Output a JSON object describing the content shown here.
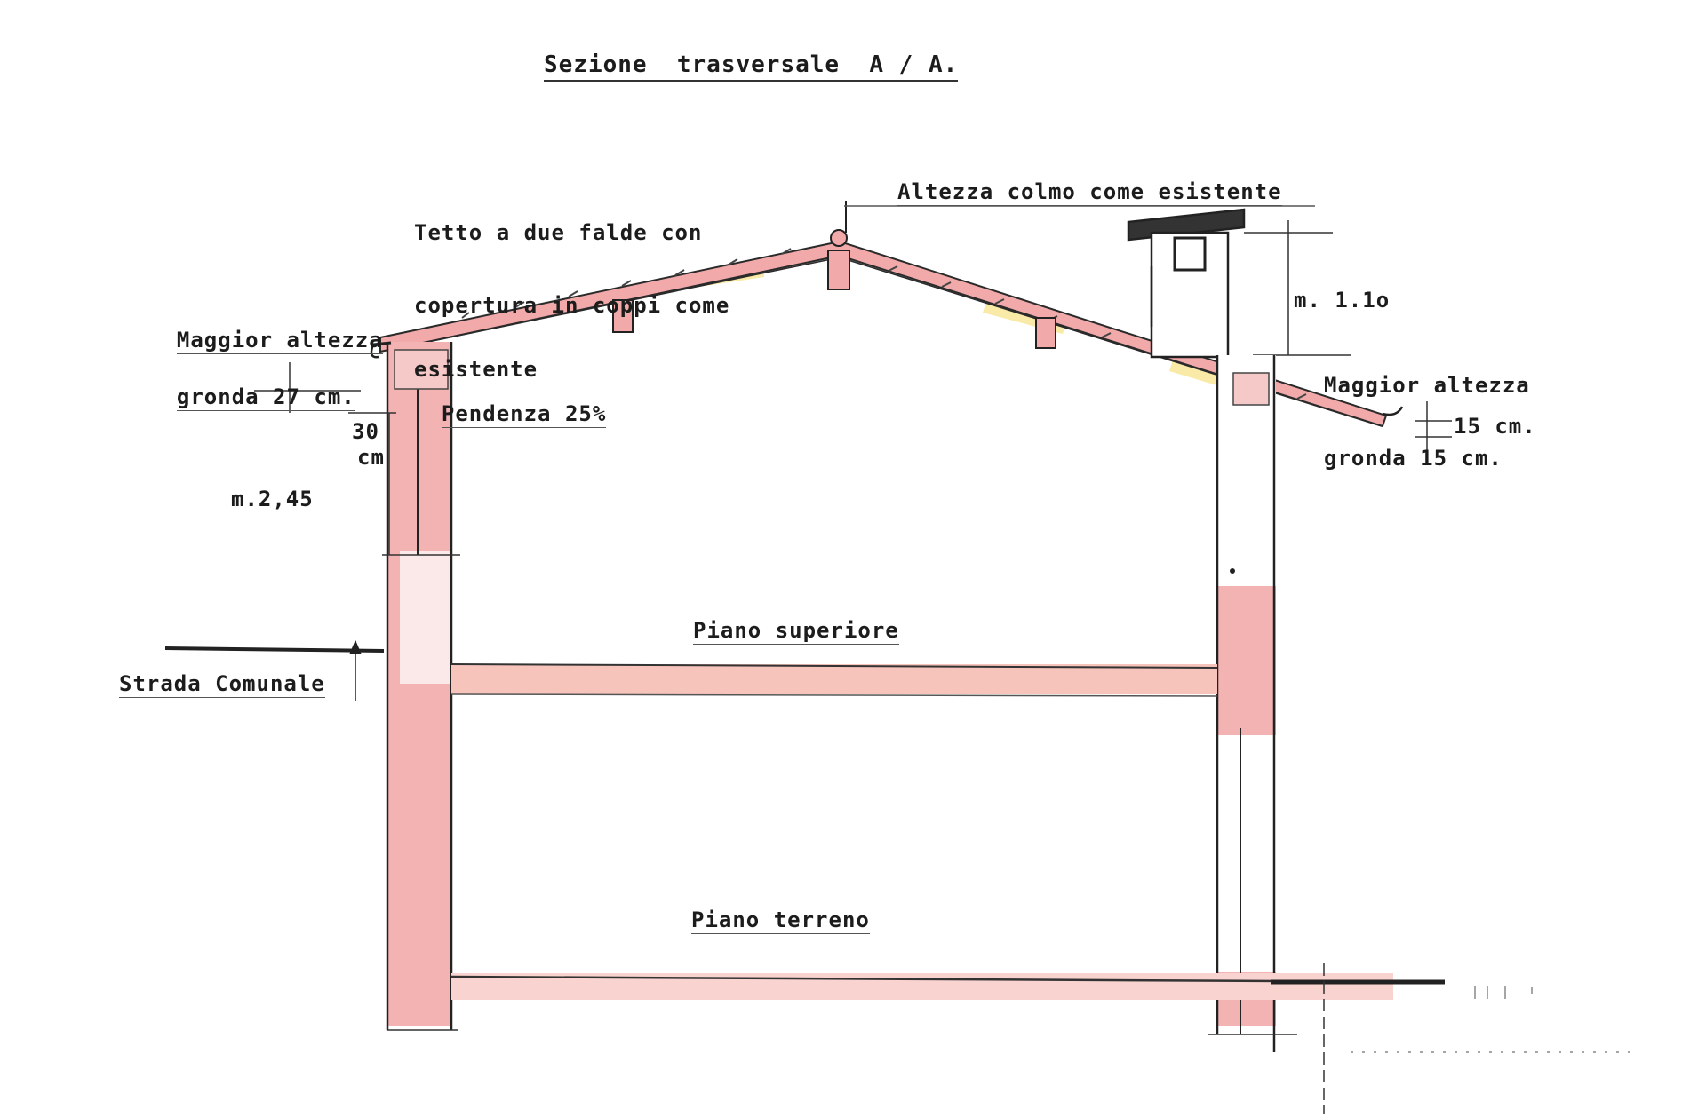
{
  "title": "Sezione  trasversale  A / A.",
  "roof_note": {
    "line1": "Tetto a due falde con",
    "line2": "copertura in coppi come",
    "line3": "esistente",
    "line4": "Pendenza 25%"
  },
  "ridge_note": "Altezza colmo come esistente",
  "chimney_height": "m. 1.1o",
  "left_eave": {
    "line1": "Maggior altezza",
    "line2": "gronda 27 cm."
  },
  "right_eave": {
    "line1": "Maggior altezza",
    "line2": "gronda 15 cm."
  },
  "right_dim": "15 cm.",
  "left_dim_30": "30",
  "left_dim_cm": "cm",
  "wall_height": "m.2,45",
  "road_label": "Strada Comunale",
  "upper_floor": "Piano superiore",
  "ground_floor": "Piano terreno",
  "colors": {
    "ink": "#1c1c1c",
    "wall_fill": "#f4b3b3",
    "slab_fill": "#f7c4bc",
    "roof_fill": "#f1a9a9",
    "highlight": "#f6e27a"
  }
}
